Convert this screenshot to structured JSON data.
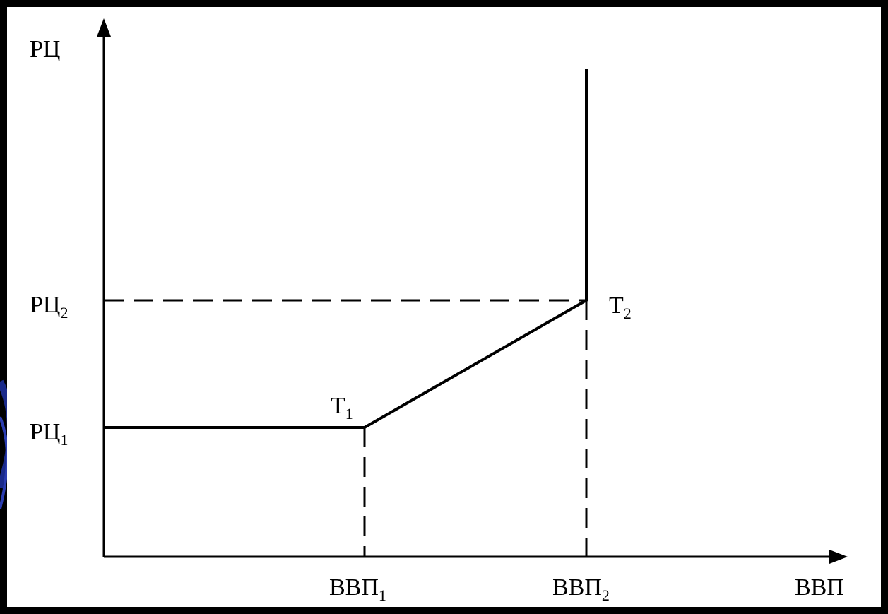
{
  "diagram": {
    "y_axis_label": "РЦ",
    "x_axis_label": "ВВП",
    "y_ticks": [
      {
        "base": "РЦ",
        "sub": "2"
      },
      {
        "base": "РЦ",
        "sub": "1"
      }
    ],
    "x_ticks": [
      {
        "base": "ВВП",
        "sub": "1"
      },
      {
        "base": "ВВП",
        "sub": "2"
      }
    ],
    "points": [
      {
        "base": "T",
        "sub": "1"
      },
      {
        "base": "T",
        "sub": "2"
      }
    ]
  },
  "colors": {
    "background": "#000000",
    "panel": "#ffffff",
    "ink": "#000000",
    "accent": "#1a2a8a"
  }
}
